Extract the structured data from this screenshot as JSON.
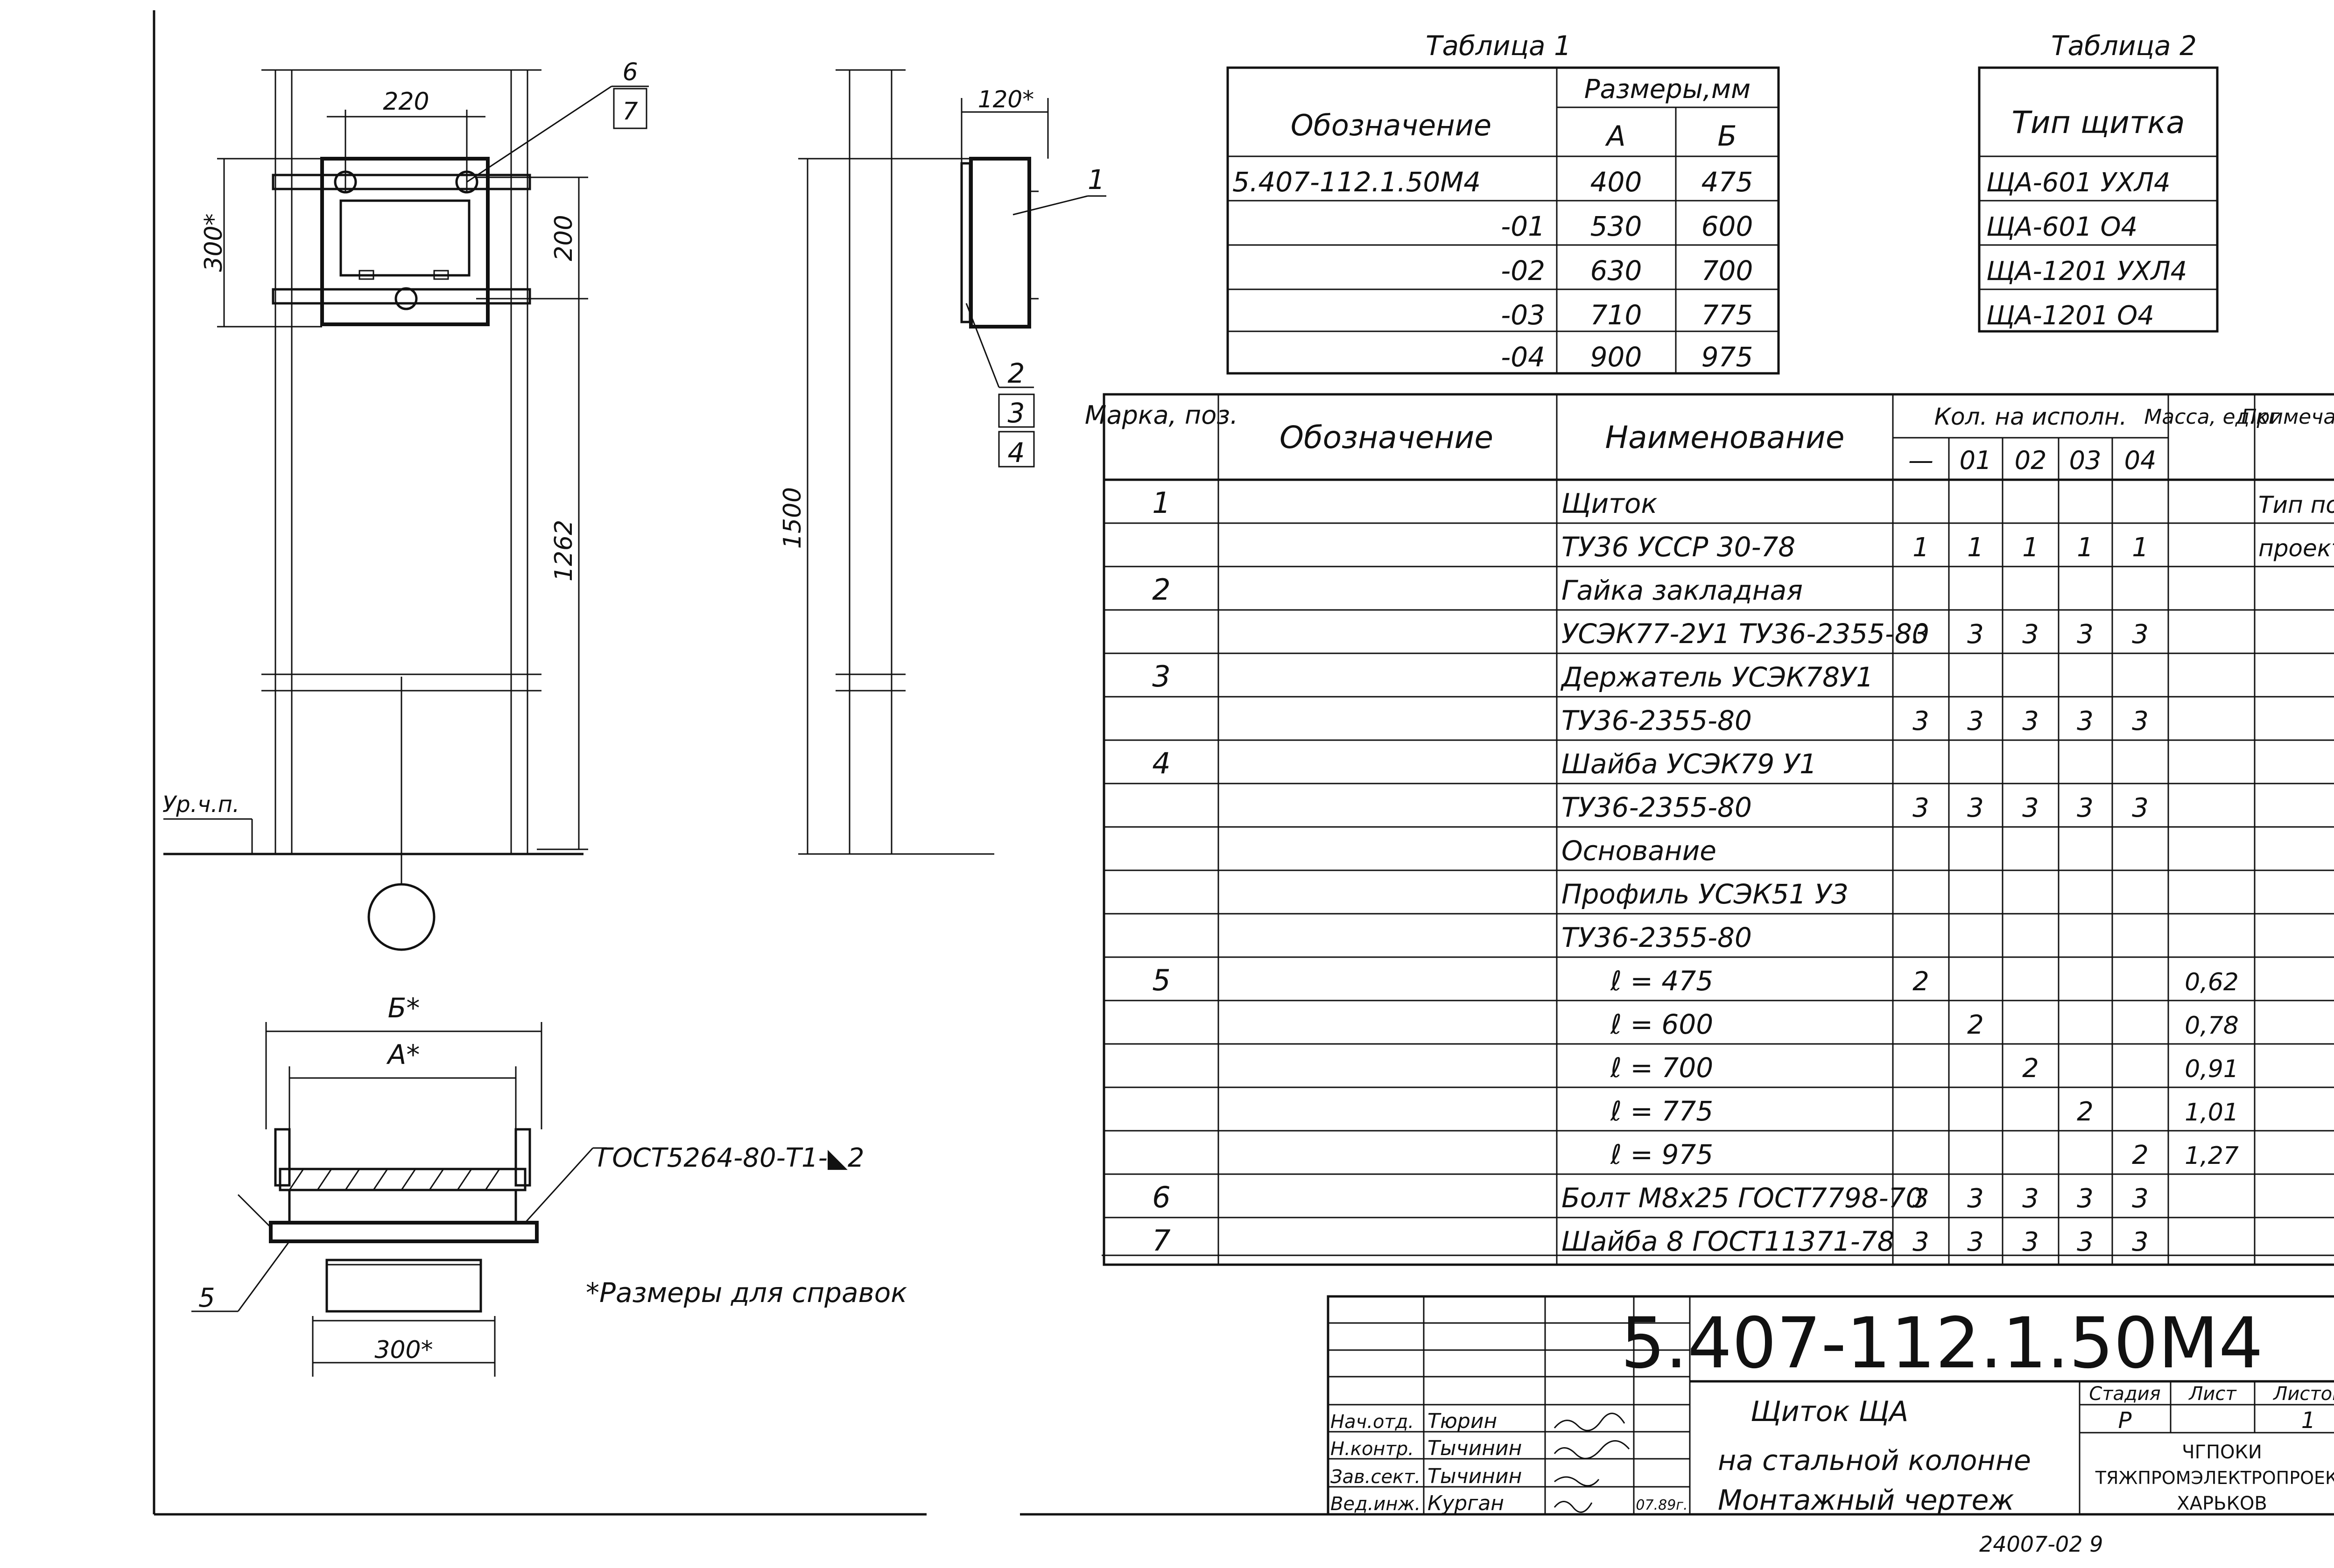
{
  "colors": {
    "ink": "#111111",
    "paper": "#ffffff"
  },
  "views": {
    "front": {
      "dim_width": "220",
      "dim_height": "300*",
      "dim_spacing": "200",
      "dim_to_floor": "1262",
      "callout_a": "6",
      "callout_b": "7"
    },
    "side": {
      "dim_depth": "120*",
      "dim_total": "1500",
      "callout_1": "1",
      "callout_2": "2",
      "callout_3": "3",
      "callout_4": "4"
    },
    "floor_label": "Ур.ч.п.",
    "section": {
      "dim_b": "Б*",
      "dim_a": "А*",
      "dim_300": "300*",
      "weld_note": "ГОСТ5264-80-Т1-◣2",
      "callout_5": "5"
    },
    "note": "*Размеры для справок"
  },
  "table1": {
    "title": "Таблица 1",
    "col_designation": "Обозначение",
    "col_sizes": "Размеры,мм",
    "col_a": "А",
    "col_b": "Б",
    "rows": [
      {
        "d": "5.407-112.1.50М4",
        "a": "400",
        "b": "475"
      },
      {
        "d": "-01",
        "a": "530",
        "b": "600"
      },
      {
        "d": "-02",
        "a": "630",
        "b": "700"
      },
      {
        "d": "-03",
        "a": "710",
        "b": "775"
      },
      {
        "d": "-04",
        "a": "900",
        "b": "975"
      }
    ]
  },
  "table2": {
    "title": "Таблица 2",
    "header": "Тип щитка",
    "rows": [
      "ЩА-601 УХЛ4",
      "ЩА-601 О4",
      "ЩА-1201 УХЛ4",
      "ЩА-1201 О4"
    ]
  },
  "spec": {
    "h_mark": "Марка, поз.",
    "h_designation": "Обозначение",
    "h_name": "Наименование",
    "h_qty": "Кол. на исполн.",
    "h_variants": [
      "—",
      "01",
      "02",
      "03",
      "04"
    ],
    "h_mass": "Масса, ед.кг",
    "h_note": "Примечание",
    "rows": [
      {
        "pos": "1",
        "name": "Щиток",
        "q": [
          "",
          "",
          "",
          "",
          ""
        ],
        "mass": "",
        "note": "Тип по"
      },
      {
        "pos": "",
        "name": "ТУ36 УССР 30-78",
        "q": [
          "1",
          "1",
          "1",
          "1",
          "1"
        ],
        "mass": "",
        "note": "проекту"
      },
      {
        "pos": "2",
        "name": "Гайка закладная",
        "q": [
          "",
          "",
          "",
          "",
          ""
        ],
        "mass": "",
        "note": ""
      },
      {
        "pos": "",
        "name": "УСЭК77-2У1 ТУ36-2355-80",
        "q": [
          "3",
          "3",
          "3",
          "3",
          "3"
        ],
        "mass": "",
        "note": ""
      },
      {
        "pos": "3",
        "name": "Держатель УСЭК78У1",
        "q": [
          "",
          "",
          "",
          "",
          ""
        ],
        "mass": "",
        "note": ""
      },
      {
        "pos": "",
        "name": "ТУ36-2355-80",
        "q": [
          "3",
          "3",
          "3",
          "3",
          "3"
        ],
        "mass": "",
        "note": ""
      },
      {
        "pos": "4",
        "name": "Шайба УСЭК79 У1",
        "q": [
          "",
          "",
          "",
          "",
          ""
        ],
        "mass": "",
        "note": ""
      },
      {
        "pos": "",
        "name": "ТУ36-2355-80",
        "q": [
          "3",
          "3",
          "3",
          "3",
          "3"
        ],
        "mass": "",
        "note": ""
      },
      {
        "pos": "",
        "name": "Основание",
        "q": [
          "",
          "",
          "",
          "",
          ""
        ],
        "mass": "",
        "note": ""
      },
      {
        "pos": "",
        "name": "Профиль УСЭК51 У3",
        "q": [
          "",
          "",
          "",
          "",
          ""
        ],
        "mass": "",
        "note": ""
      },
      {
        "pos": "",
        "name": "ТУ36-2355-80",
        "q": [
          "",
          "",
          "",
          "",
          ""
        ],
        "mass": "",
        "note": ""
      },
      {
        "pos": "5",
        "name": "ℓ = 475",
        "q": [
          "2",
          "",
          "",
          "",
          ""
        ],
        "mass": "0,62",
        "note": ""
      },
      {
        "pos": "",
        "name": "ℓ = 600",
        "q": [
          "",
          "2",
          "",
          "",
          ""
        ],
        "mass": "0,78",
        "note": ""
      },
      {
        "pos": "",
        "name": "ℓ = 700",
        "q": [
          "",
          "",
          "2",
          "",
          ""
        ],
        "mass": "0,91",
        "note": ""
      },
      {
        "pos": "",
        "name": "ℓ = 775",
        "q": [
          "",
          "",
          "",
          "2",
          ""
        ],
        "mass": "1,01",
        "note": ""
      },
      {
        "pos": "",
        "name": "ℓ = 975",
        "q": [
          "",
          "",
          "",
          "",
          "2"
        ],
        "mass": "1,27",
        "note": ""
      },
      {
        "pos": "6",
        "name": "Болт М8х25 ГОСТ7798-70",
        "q": [
          "3",
          "3",
          "3",
          "3",
          "3"
        ],
        "mass": "",
        "note": ""
      },
      {
        "pos": "7",
        "name": "Шайба 8 ГОСТ11371-78",
        "q": [
          "3",
          "3",
          "3",
          "3",
          "3"
        ],
        "mass": "",
        "note": ""
      }
    ]
  },
  "title_block": {
    "code": "5.407-112.1.50М4",
    "title_lines": [
      "Щиток ЩА",
      "на стальной колонне",
      "Монтажный чертеж"
    ],
    "h_stage": "Стадия",
    "h_sheet": "Лист",
    "h_sheets": "Листов",
    "stage": "Р",
    "sheet": "",
    "sheets": "1",
    "org_lines": [
      "ЧГПОКИ",
      "ТЯЖПРОМЭЛЕКТРОПРОЕКТ",
      "ХАРЬКОВ"
    ],
    "people": [
      {
        "role": "Нач.отд.",
        "name": "Тюрин"
      },
      {
        "role": "Н.контр.",
        "name": "Тычинин"
      },
      {
        "role": "Зав.сект.",
        "name": "Тычинин"
      },
      {
        "role": "Вед.инж.",
        "name": "Курган"
      }
    ],
    "date": "07.89г.",
    "archive_no": "24007-02 9"
  }
}
